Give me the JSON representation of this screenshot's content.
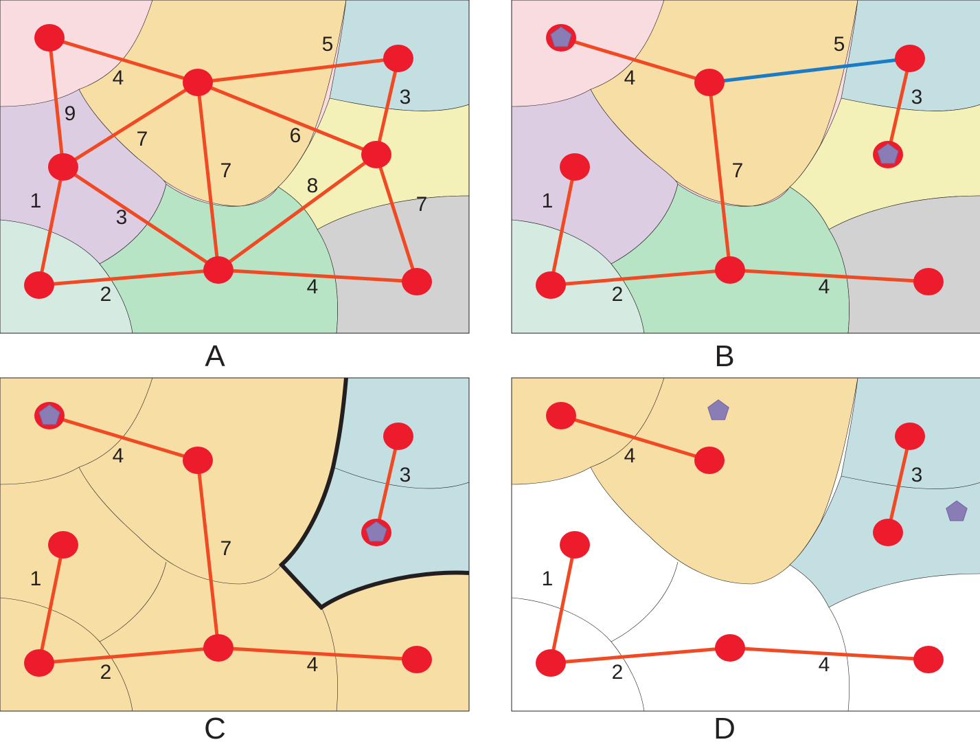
{
  "colors": {
    "pink": "#f9dcdf",
    "orange": "#f6dea5",
    "blue": "#c3dfe2",
    "purple": "#dccde3",
    "yellow": "#f3f0b8",
    "mint": "#d5ebe2",
    "green": "#b7e4c5",
    "gray": "#d2d2d2",
    "edge": "#ef4a23",
    "edge_highlight": "#1b7bc4",
    "node": "#ec1c2c",
    "pentagon": "#8a7db5",
    "outline": "#231f20"
  },
  "panels": [
    {
      "id": "A",
      "caption": "A",
      "edges": [
        {
          "from": "tl",
          "to": "tc",
          "label": "4"
        },
        {
          "from": "tc",
          "to": "tr",
          "label": "5"
        },
        {
          "from": "tr",
          "to": "mr",
          "label": "3"
        },
        {
          "from": "tl",
          "to": "ml",
          "label": "9"
        },
        {
          "from": "ml",
          "to": "tc",
          "label": "7"
        },
        {
          "from": "tc",
          "to": "mr",
          "label": "6"
        },
        {
          "from": "tc",
          "to": "bc",
          "label": "7"
        },
        {
          "from": "ml",
          "to": "bl",
          "label": "1"
        },
        {
          "from": "ml",
          "to": "bc",
          "label": "3"
        },
        {
          "from": "bc",
          "to": "mr",
          "label": "8"
        },
        {
          "from": "mr",
          "to": "br",
          "label": "7"
        },
        {
          "from": "bl",
          "to": "bc",
          "label": "2"
        },
        {
          "from": "bc",
          "to": "br",
          "label": "4"
        }
      ],
      "pentagons": []
    },
    {
      "id": "B",
      "caption": "B",
      "edges": [
        {
          "from": "tl",
          "to": "tc",
          "label": "4"
        },
        {
          "from": "tc",
          "to": "tr",
          "label": "5",
          "highlight": true
        },
        {
          "from": "tr",
          "to": "mr",
          "label": "3"
        },
        {
          "from": "tc",
          "to": "bc",
          "label": "7"
        },
        {
          "from": "ml",
          "to": "bl",
          "label": "1"
        },
        {
          "from": "bl",
          "to": "bc",
          "label": "2"
        },
        {
          "from": "bc",
          "to": "br",
          "label": "4"
        }
      ],
      "pentagons": [
        "tl",
        "mr"
      ]
    },
    {
      "id": "C",
      "caption": "C",
      "edges": [
        {
          "from": "tl",
          "to": "tc",
          "label": "4"
        },
        {
          "from": "tr",
          "to": "mr",
          "label": "3"
        },
        {
          "from": "tc",
          "to": "bc",
          "label": "7"
        },
        {
          "from": "ml",
          "to": "bl",
          "label": "1"
        },
        {
          "from": "bl",
          "to": "bc",
          "label": "2"
        },
        {
          "from": "bc",
          "to": "br",
          "label": "4"
        }
      ],
      "pentagons": [
        "tl",
        "mr"
      ]
    },
    {
      "id": "D",
      "caption": "D",
      "edges": [
        {
          "from": "tl",
          "to": "tc",
          "label": "4"
        },
        {
          "from": "tr",
          "to": "mr",
          "label": "3"
        },
        {
          "from": "ml",
          "to": "bl",
          "label": "1"
        },
        {
          "from": "bl",
          "to": "bc",
          "label": "2"
        },
        {
          "from": "bc",
          "to": "br",
          "label": "4"
        }
      ],
      "pentagons": [
        "top-centroid",
        "right-centroid"
      ]
    }
  ]
}
